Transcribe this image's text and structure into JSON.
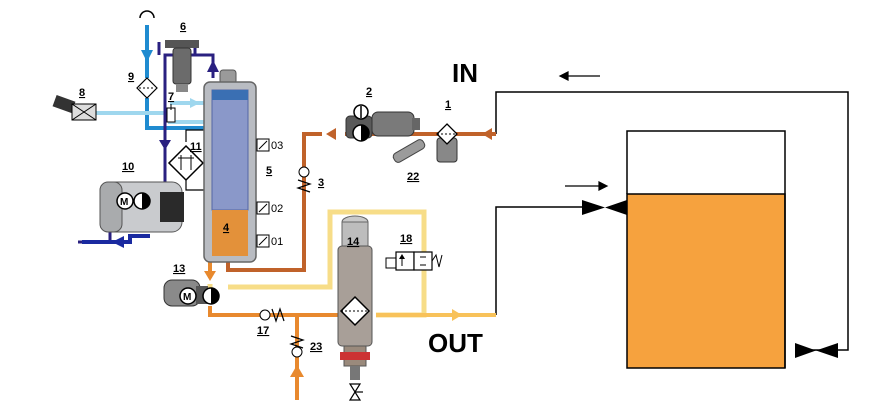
{
  "labels": {
    "in": "IN",
    "out": "OUT",
    "c1": "1",
    "c2": "2",
    "c3": "3",
    "c4": "4",
    "c5": "5",
    "c6": "6",
    "c7": "7",
    "c8": "8",
    "c9": "9",
    "c10": "10",
    "c11": "11",
    "c13": "13",
    "c14": "14",
    "c17": "17",
    "c18": "18",
    "c22": "22",
    "c23": "23",
    "s03": "03",
    "s02": "02",
    "s01": "01"
  },
  "colors": {
    "oil_in": "#c0622a",
    "oil_hot": "#e8892e",
    "oil_light": "#f7dd88",
    "cooling_water": "#1f8bd0",
    "air_light": "#9fd7ee",
    "vacuum_line": "#2a2080",
    "tank_fill": "#f6a23e",
    "column_oil": "#e3913a",
    "column_top": "#3a6fb3"
  },
  "icons": {
    "motor": "motor-icon",
    "pump": "pump-icon",
    "filter": "filter-icon",
    "check_valve": "check-valve-icon",
    "solenoid_valve": "solenoid-valve-icon",
    "gate_valve": "gate-valve-icon",
    "heat_exchanger": "heat-exchanger-icon"
  }
}
